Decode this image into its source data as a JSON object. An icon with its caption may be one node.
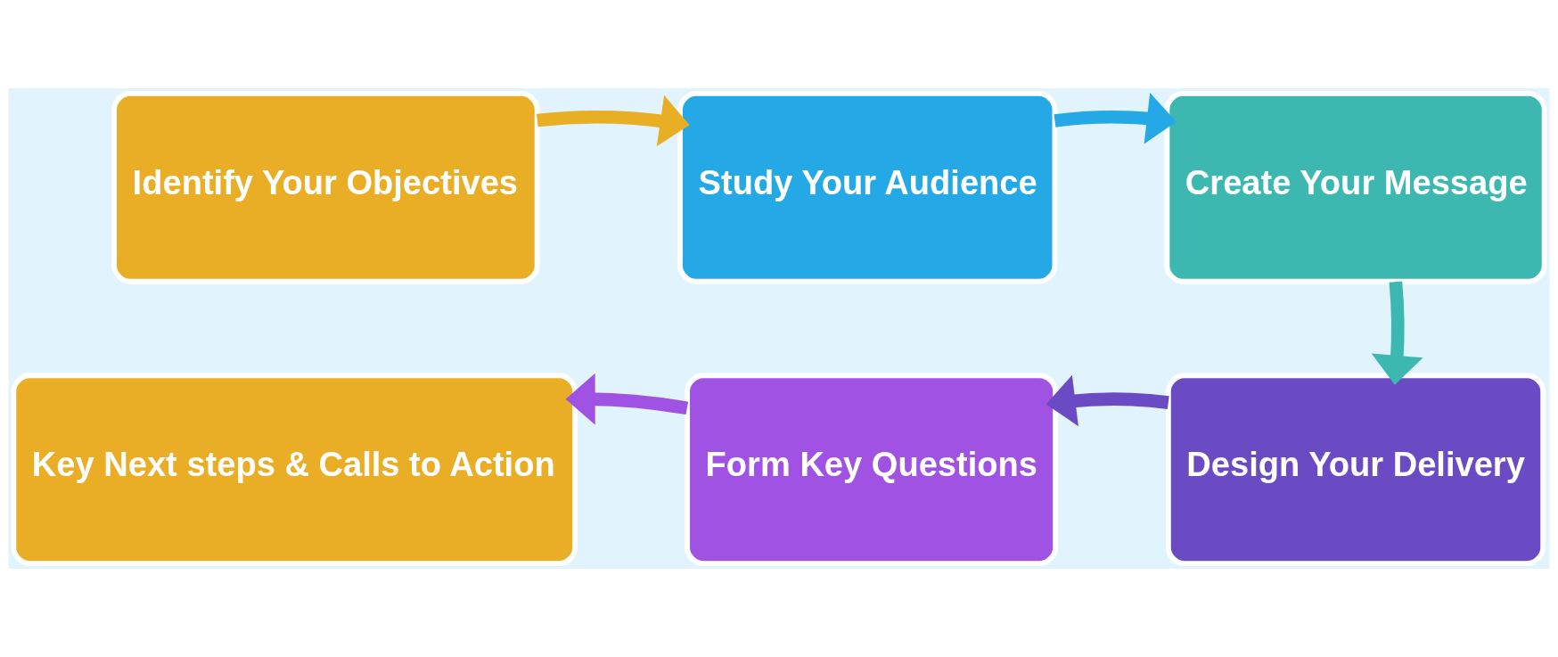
{
  "diagram": {
    "nodes": [
      {
        "text": [
          "Identify Your Objectives"
        ]
      },
      {
        "text": [
          "Study Your Audience"
        ]
      },
      {
        "text": [
          "Create Your Message"
        ]
      },
      {
        "text": [
          "Design Your Delivery"
        ]
      },
      {
        "text": [
          "Form Key Questions"
        ]
      },
      {
        "text": [
          "Key Next steps & Calls to Action"
        ]
      }
    ],
    "edges": [
      {
        "from": 0,
        "to": 1,
        "arrow": "to",
        "color": "#e8ae24"
      },
      {
        "from": 1,
        "to": 2,
        "arrow": "to",
        "color": "#25a8e6"
      },
      {
        "from": 2,
        "to": 3,
        "arrow": "to",
        "color": "#3db8b0"
      },
      {
        "from": 3,
        "to": 4,
        "arrow": "to",
        "color": "#6b4bc4"
      },
      {
        "from": 4,
        "to": 5,
        "arrow": "to",
        "color": "#a052e3"
      }
    ]
  }
}
